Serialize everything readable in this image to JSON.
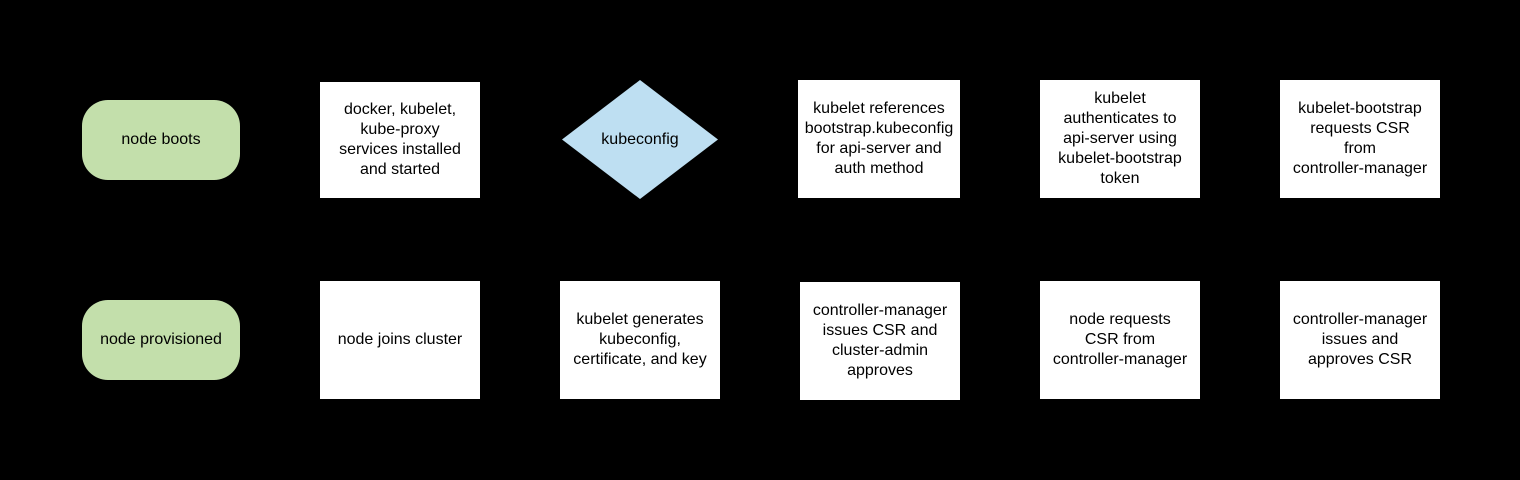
{
  "canvas": {
    "background": "#000000"
  },
  "styles": {
    "terminal_fill": "#c3dfab",
    "decision_fill": "#bedff2",
    "process_fill": "#ffffff",
    "text_color": "#000000"
  },
  "diagram": {
    "kind": "flowchart",
    "topic": "kubernetes node bootstrap flow",
    "nodes": [
      {
        "id": "node-boots",
        "shape": "terminal",
        "label": "node boots"
      },
      {
        "id": "services-installed",
        "shape": "process",
        "label": "docker, kubelet,\nkube-proxy\nservices installed\nand started"
      },
      {
        "id": "kubeconfig",
        "shape": "decision",
        "label": "kubeconfig"
      },
      {
        "id": "kubelet-references-bootstrap",
        "shape": "process",
        "label": "kubelet references\nbootstrap.kubeconfig\nfor api-server and\nauth method"
      },
      {
        "id": "kubelet-authenticates",
        "shape": "process",
        "label": "kubelet\nauthenticates to\napi-server using\nkubelet-bootstrap\ntoken"
      },
      {
        "id": "kubelet-bootstrap-requests-csr",
        "shape": "process",
        "label": "kubelet-bootstrap\nrequests CSR\nfrom\ncontroller-manager"
      },
      {
        "id": "node-provisioned",
        "shape": "terminal",
        "label": "node provisioned"
      },
      {
        "id": "node-joins-cluster",
        "shape": "process",
        "label": "node joins cluster"
      },
      {
        "id": "kubelet-generates-kubeconfig",
        "shape": "process",
        "label": "kubelet generates\nkubeconfig,\ncertificate, and key"
      },
      {
        "id": "cm-issues-csr-admin-approves",
        "shape": "process",
        "label": "controller-manager\nissues CSR and\ncluster-admin\napproves"
      },
      {
        "id": "node-requests-csr",
        "shape": "process",
        "label": "node requests\nCSR from\ncontroller-manager"
      },
      {
        "id": "cm-issues-and-approves-csr",
        "shape": "process",
        "label": "controller-manager\nissues and\napproves CSR"
      }
    ]
  }
}
